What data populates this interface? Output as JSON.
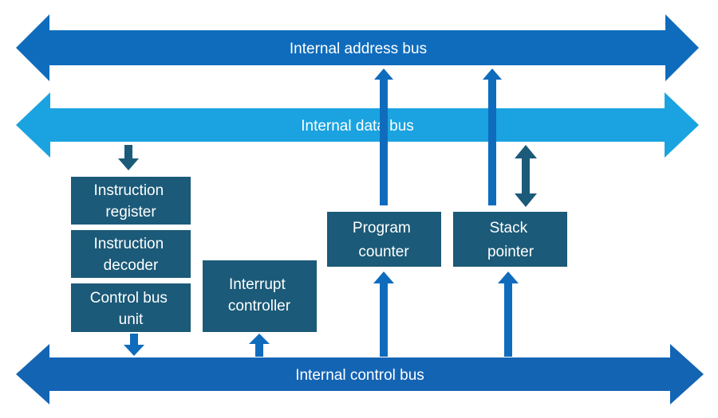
{
  "buses": {
    "address": "Internal address bus",
    "data": "Internal data bus",
    "control": "Internal control bus"
  },
  "blocks": {
    "instruction_register": [
      "Instruction",
      "register"
    ],
    "instruction_decoder": [
      "Instruction",
      "decoder"
    ],
    "control_bus_unit": [
      "Control bus",
      "unit"
    ],
    "interrupt_controller": [
      "Interrupt",
      "controller"
    ],
    "program_counter": [
      "Program",
      "counter"
    ],
    "stack_pointer": [
      "Stack",
      "pointer"
    ]
  },
  "colors": {
    "address_bus": "#0F6CBD",
    "data_bus": "#1AA3E0",
    "control_bus": "#1464B4",
    "block": "#1B5A78",
    "connector_arrow": "#0F6CBD",
    "bidirectional_arrow": "#1B5A78"
  }
}
